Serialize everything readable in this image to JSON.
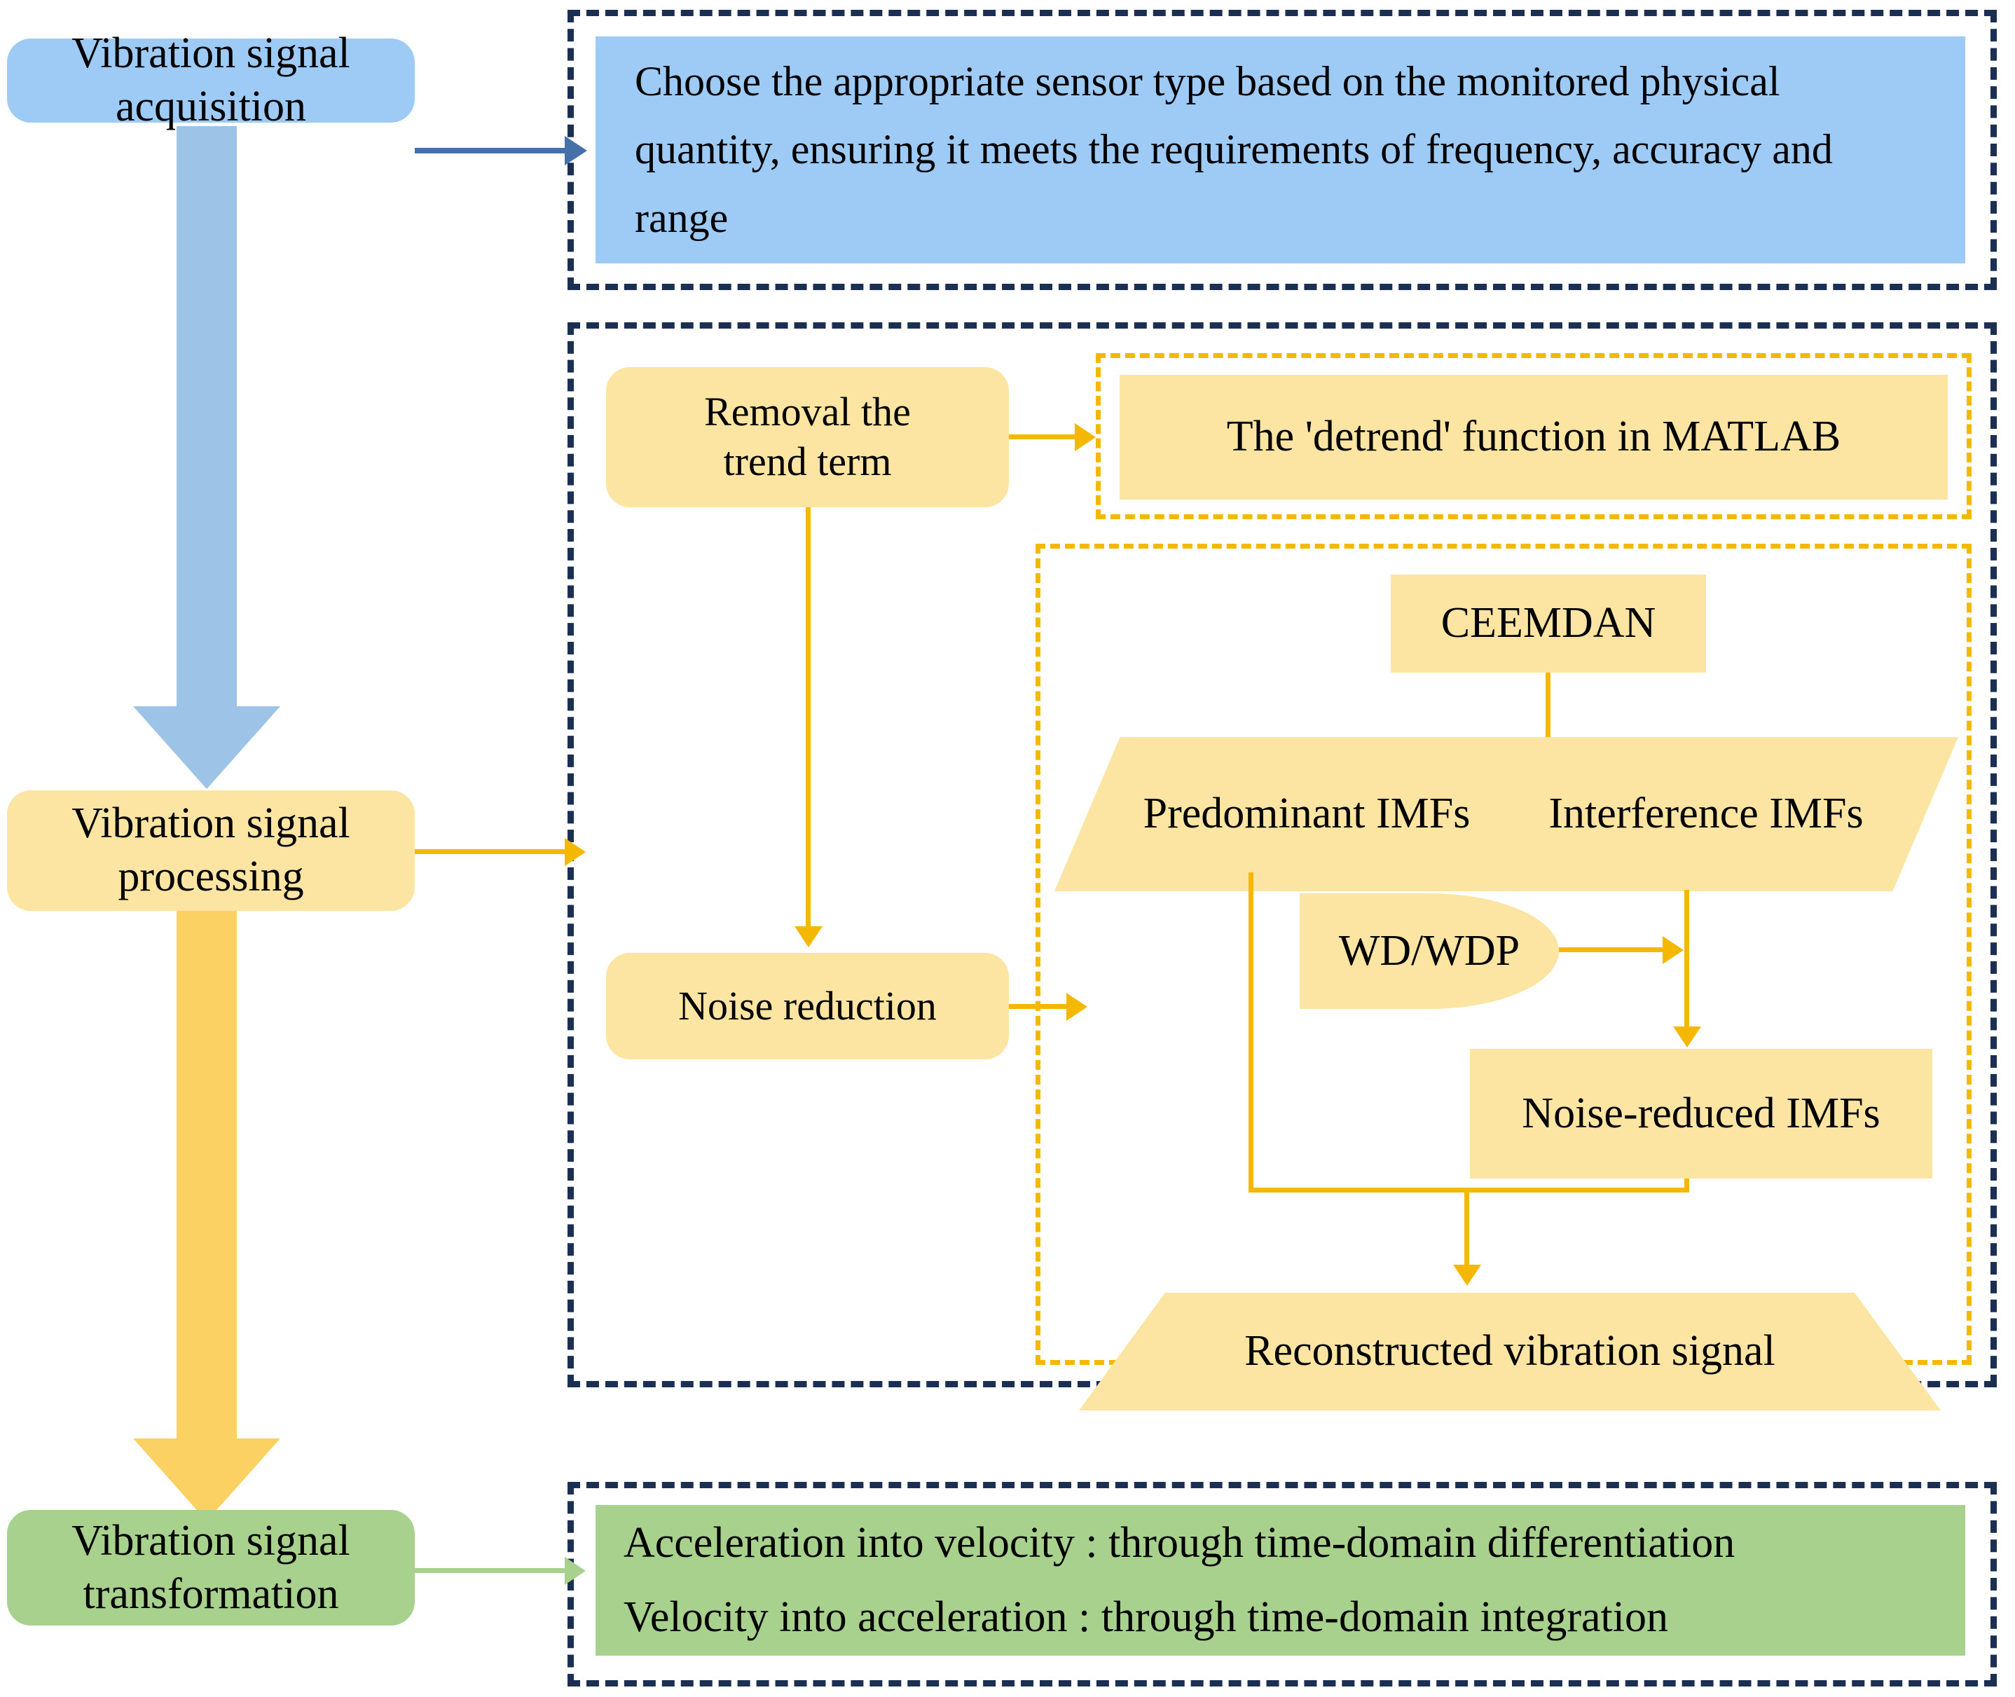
{
  "diagram": {
    "title": "Vibration signal processing flowchart",
    "colors": {
      "blue_fill": "#9dcbf5",
      "yellow_fill": "#fce4a2",
      "green_fill": "#a8d18d",
      "navy_dash": "#1b2f52",
      "yellow_line": "#f5b800",
      "blue_line": "#4472a8",
      "green_line": "#a8d18d"
    },
    "stages": {
      "acquisition": {
        "label": "Vibration signal\nacquisition",
        "line1": "Vibration signal",
        "line2": "acquisition",
        "detail": "Choose the appropriate sensor type based on the monitored physical quantity, ensuring it meets the requirements of frequency, accuracy and range"
      },
      "processing": {
        "line1": "Vibration signal",
        "line2": "processing",
        "steps": {
          "removal": {
            "line1": "Removal the",
            "line2": "trend term"
          },
          "noise": {
            "label": "Noise reduction"
          }
        },
        "detrend_note": "The 'detrend' function in MATLAB",
        "ceemdan": {
          "label": "CEEMDAN",
          "branch_left": "Predominant IMFs",
          "branch_right": "Interference IMFs",
          "method": "WD/WDP",
          "result": "Noise-reduced IMFs",
          "output": "Reconstructed vibration signal"
        }
      },
      "transformation": {
        "line1": "Vibration signal",
        "line2": "transformation",
        "detail_line1": "Acceleration into velocity : through time-domain differentiation",
        "detail_line2": "Velocity into acceleration  : through time-domain integration"
      }
    }
  }
}
